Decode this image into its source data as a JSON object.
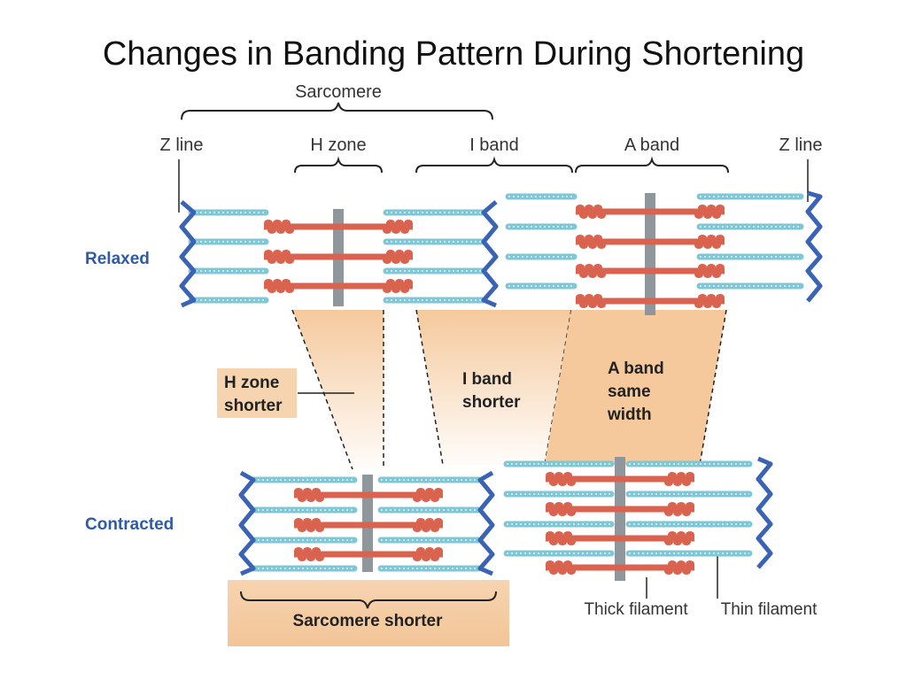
{
  "title": "Changes in Banding Pattern During Shortening",
  "labels": {
    "sarcomere": "Sarcomere",
    "z_line_left": "Z line",
    "h_zone": "H zone",
    "i_band": "I band",
    "a_band": "A band",
    "z_line_right": "Z line",
    "relaxed": "Relaxed",
    "contracted": "Contracted",
    "h_zone_shorter_1": "H zone",
    "h_zone_shorter_2": "shorter",
    "i_band_shorter_1": "I band",
    "i_band_shorter_2": "shorter",
    "a_band_same_1": "A band",
    "a_band_same_2": "same",
    "a_band_same_3": "width",
    "sarcomere_shorter": "Sarcomere shorter",
    "thick_filament": "Thick filament",
    "thin_filament": "Thin filament"
  },
  "colors": {
    "z_line": "#3a62b5",
    "thin_filament": "#7fc7d4",
    "thick_filament": "#d9634e",
    "m_line": "#8f969c",
    "band_fill": "#f5c99c",
    "state_label": "#2f5aa8"
  }
}
